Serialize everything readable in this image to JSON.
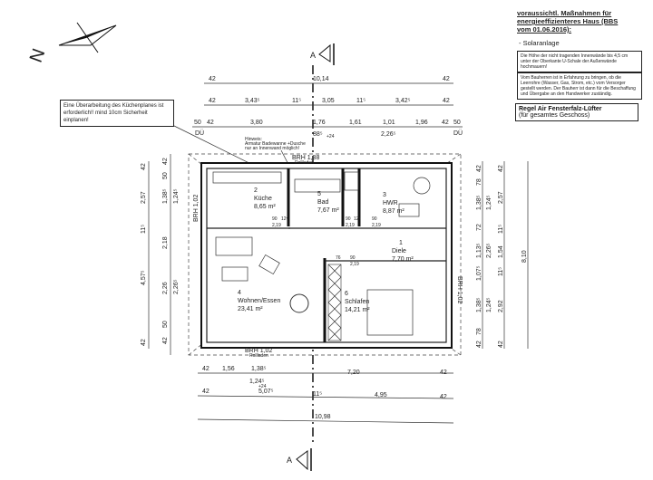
{
  "sidebar_notes": {
    "header": "voraussichtl. Maßnahmen für energieeffizienteres Haus (BBS vom 01.06.2016):",
    "solar": "- Solaranlage",
    "note1": "Die Höhe der nicht tragenden Innenwände bis 4,5 cm unter der Oberkante U-Schale der Außenwände hochmauern!",
    "note2": "Vom Bauherren ist in Erfahrung zu bringen, ob die Leerrohre (Wasser, Gas, Strom, etc.) vom Versorger gestellt werden. Der Bauherr ist dann für die Beschaffung und Übergabe an den Handwerker zuständig.",
    "regel_title": "Regel Air Fensterfalz-Lüfter",
    "regel_sub": "(für gesamtes Geschoss)"
  },
  "kitchen_note": "Eine Überarbeitung des Küchenplanes ist erforderlich!! mind 10cm Sicherheit einplanen!",
  "hinweis": {
    "title": "Hinweis:",
    "line1": "Armatur Badewanne +Dusche",
    "line2": "nur an Innenwand möglich!"
  },
  "north_label": "N",
  "section_label": "A",
  "brh": {
    "top": "BRH 1,38",
    "bottom": "BRH 1,02",
    "left": "BRH 1,02",
    "right": "BRH 1,02",
    "sub": "Rollladen"
  },
  "rooms": [
    {
      "num": "2",
      "name": "Küche",
      "area": "8,65 m²"
    },
    {
      "num": "5",
      "name": "Bad",
      "area": "7,67 m²"
    },
    {
      "num": "3",
      "name": "HWR",
      "area": "8,87 m²"
    },
    {
      "num": "1",
      "name": "Diele",
      "area": "7,70 m²"
    },
    {
      "num": "4",
      "name": "Wohnen/Essen",
      "area": "23,41 m²"
    },
    {
      "num": "6",
      "name": "Schlafen",
      "area": "14,21 m²"
    }
  ],
  "door_dims": [
    "90",
    "12⁵",
    "2,19",
    "90",
    "12⁵",
    "2,19",
    "90",
    "2,19",
    "76",
    "90",
    "2,19"
  ],
  "dims": {
    "top_total": [
      "42",
      "10,14",
      "42"
    ],
    "top_mid": [
      "42",
      "3,43⁵",
      "11⁵",
      "3,05",
      "11⁵",
      "3,42⁵",
      "42"
    ],
    "top_inner": [
      "50",
      "42",
      "3,80",
      "1,76",
      "1,61",
      "1,01",
      "1,96",
      "42",
      "50"
    ],
    "top_inner_sub": [
      "DÜ",
      "88⁵",
      "+24",
      "2,26⁵",
      "DÜ"
    ],
    "bottom_1": [
      "42",
      "1,56",
      "1,38⁵",
      "7,20",
      "42"
    ],
    "bottom_1_sub": [
      "1,24⁵",
      "+24"
    ],
    "bottom_2": [
      "42",
      "5,07⁵",
      "11⁵",
      "4,95",
      "42"
    ],
    "bottom_total": [
      "10,98"
    ],
    "left_outer": [
      "42",
      "2,57",
      "11⁵",
      "4,57⁵",
      "42"
    ],
    "left_inner": [
      "42",
      "50",
      "1,38⁵",
      "1,24⁵",
      "2,18",
      "2,26",
      "2,26⁵",
      "50",
      "42"
    ],
    "right_inner": [
      "42",
      "78",
      "1,38⁵",
      "1,24⁵",
      "72",
      "1,13⁵",
      "2,26⁵",
      "1,07⁵",
      "1,38⁵",
      "1,24⁵",
      "78",
      "42"
    ],
    "right_mid": [
      "42",
      "2,57",
      "11⁵",
      "1,54",
      "11⁵",
      "2,92",
      "42"
    ],
    "right_total": [
      "8,10"
    ]
  }
}
